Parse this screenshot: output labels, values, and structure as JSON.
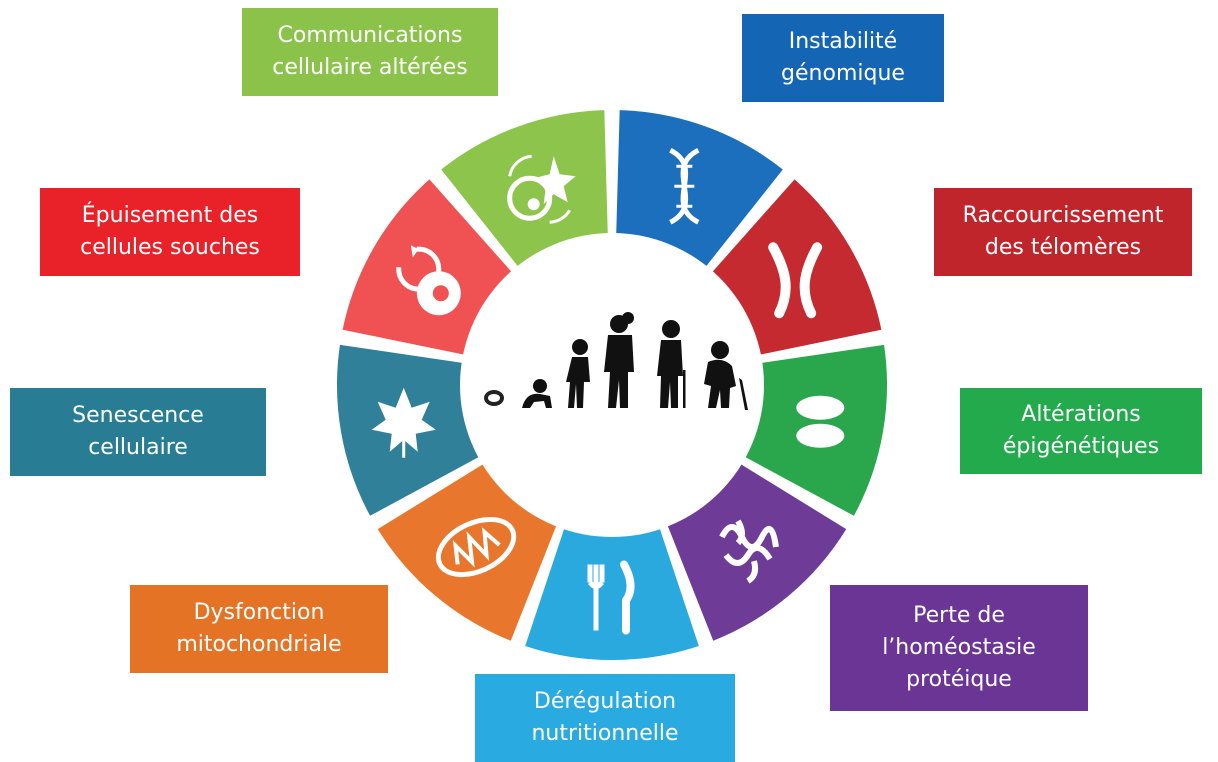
{
  "hallmarks": [
    {
      "id": "inst",
      "label": "Instabilité\ngénomique",
      "color": "#1565b5",
      "icon": "dna-icon"
    },
    {
      "id": "telo",
      "label": "Raccourcissement\ndes télomères",
      "color": "#c0252b",
      "icon": "chromosome-icon"
    },
    {
      "id": "epig",
      "label": "Altérations\népigénétiques",
      "color": "#23aa4d",
      "icon": "histone-icon"
    },
    {
      "id": "prot",
      "label": "Perte de\nl’homéostasie\nprotéique",
      "color": "#6a3594",
      "icon": "protein-icon"
    },
    {
      "id": "nutr",
      "label": "Dérégulation\nnutritionnelle",
      "color": "#29abe2",
      "icon": "fork-knife-icon"
    },
    {
      "id": "mito",
      "label": "Dysfonction\nmitochondriale",
      "color": "#e47325",
      "icon": "mitochondrion-icon"
    },
    {
      "id": "sene",
      "label": "Senescence\ncellulaire",
      "color": "#287d95",
      "icon": "maple-leaf-icon"
    },
    {
      "id": "stem",
      "label": "Épuisement des\ncellules souches",
      "color": "#e82228",
      "icon": "stem-cell-icon"
    },
    {
      "id": "comm",
      "label": "Communications\ncellulaire altérées",
      "color": "#8bc34a",
      "icon": "cell-communication-icon"
    }
  ],
  "wheel_colors": {
    "inst": "#1c6fbc",
    "telo": "#c42a30",
    "epig": "#2aa64c",
    "prot": "#6e3b97",
    "nutr": "#2aa9df",
    "mito": "#e8762c",
    "sene": "#2f8098",
    "stem": "#f05254",
    "comm": "#8dc54c"
  },
  "center_icon": "human-lifespan-silhouettes-icon"
}
